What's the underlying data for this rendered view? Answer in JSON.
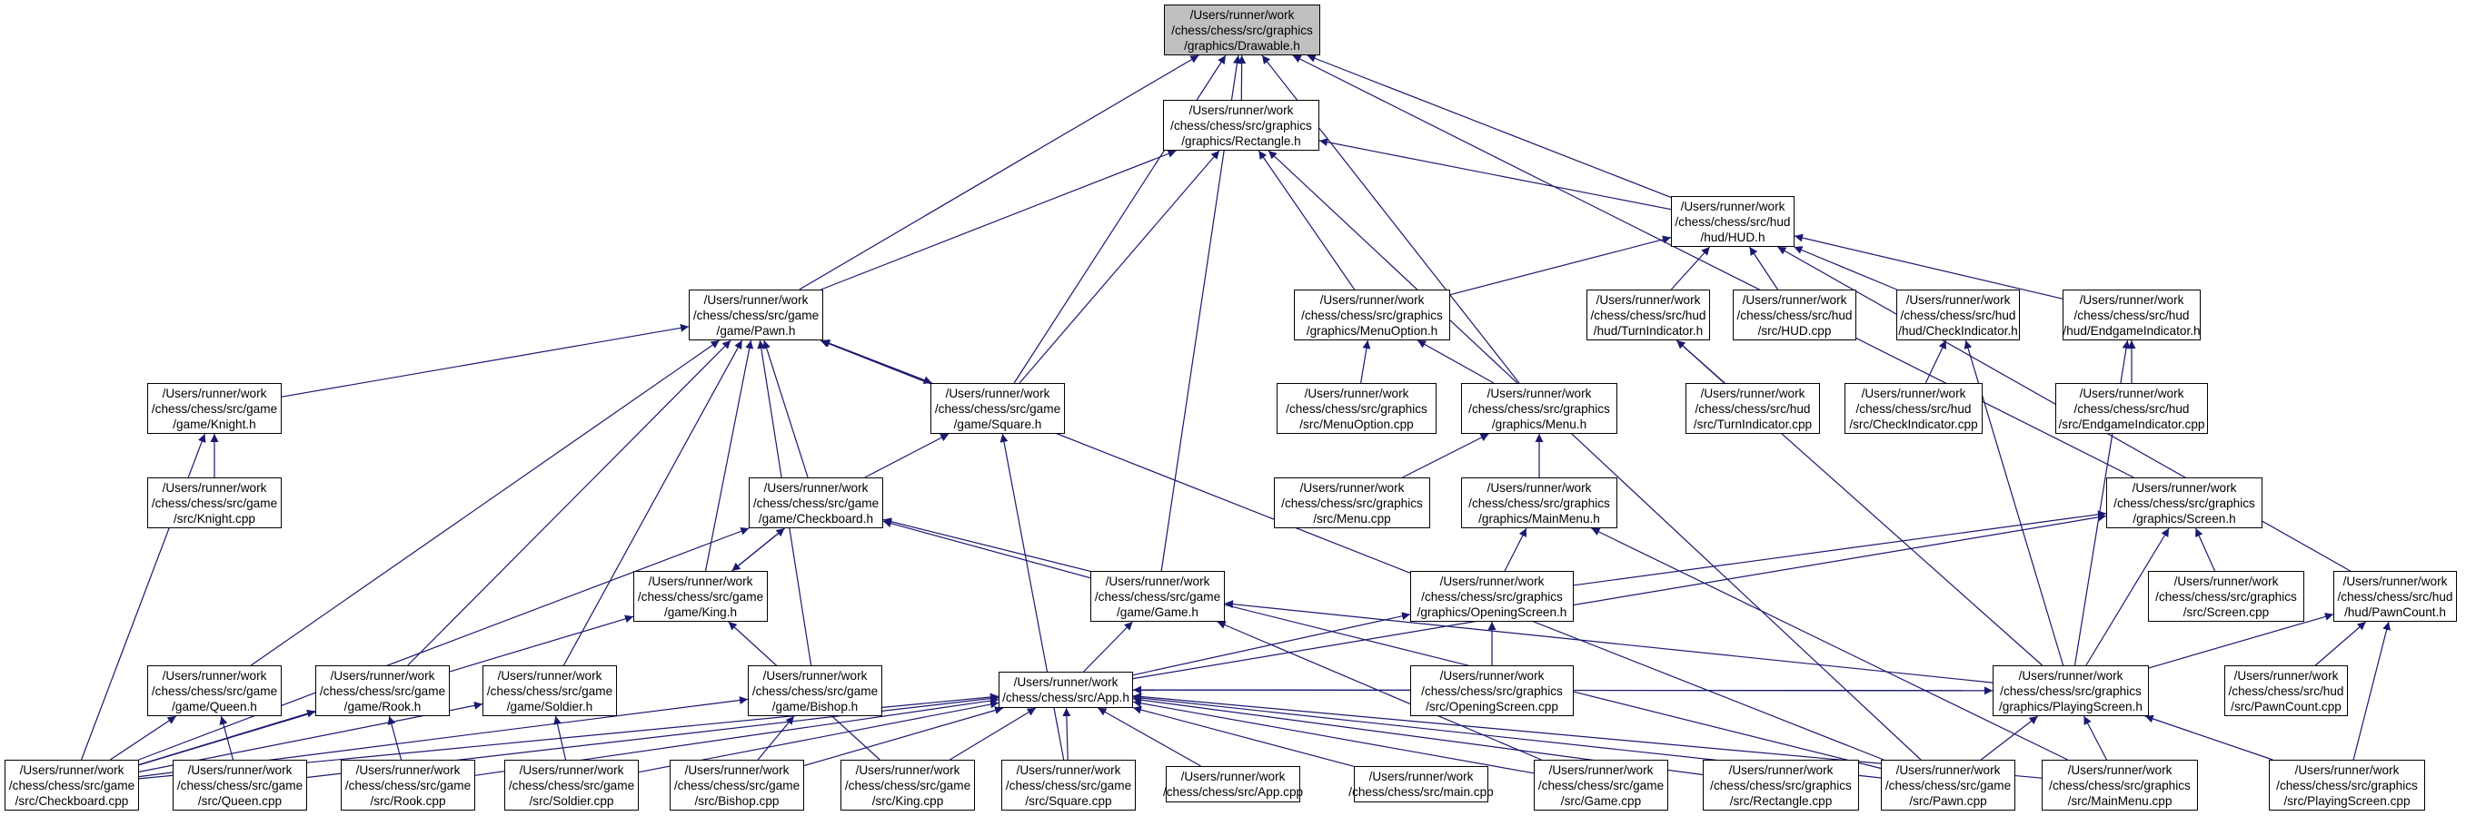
{
  "colors": {
    "edge": "#191970",
    "node_border": "#000000",
    "root_fill": "#bfbfbf",
    "node_fill": "#ffffff"
  },
  "nodes": [
    {
      "id": "drawable_h",
      "lines": [
        "/Users/runner/work",
        "/chess/chess/src/graphics",
        "/graphics/Drawable.h"
      ],
      "root": true
    },
    {
      "id": "rectangle_h",
      "lines": [
        "/Users/runner/work",
        "/chess/chess/src/graphics",
        "/graphics/Rectangle.h"
      ]
    },
    {
      "id": "hud_h",
      "lines": [
        "/Users/runner/work",
        "/chess/chess/src/hud",
        "/hud/HUD.h"
      ]
    },
    {
      "id": "pawn_h",
      "lines": [
        "/Users/runner/work",
        "/chess/chess/src/game",
        "/game/Pawn.h"
      ]
    },
    {
      "id": "menuoption_h",
      "lines": [
        "/Users/runner/work",
        "/chess/chess/src/graphics",
        "/graphics/MenuOption.h"
      ]
    },
    {
      "id": "turnindicator_h",
      "lines": [
        "/Users/runner/work",
        "/chess/chess/src/hud",
        "/hud/TurnIndicator.h"
      ]
    },
    {
      "id": "hud_cpp",
      "lines": [
        "/Users/runner/work",
        "/chess/chess/src/hud",
        "/src/HUD.cpp"
      ]
    },
    {
      "id": "checkindicator_h",
      "lines": [
        "/Users/runner/work",
        "/chess/chess/src/hud",
        "/hud/CheckIndicator.h"
      ]
    },
    {
      "id": "endgameindicator_h",
      "lines": [
        "/Users/runner/work",
        "/chess/chess/src/hud",
        "/hud/EndgameIndicator.h"
      ]
    },
    {
      "id": "knight_h",
      "lines": [
        "/Users/runner/work",
        "/chess/chess/src/game",
        "/game/Knight.h"
      ]
    },
    {
      "id": "square_h",
      "lines": [
        "/Users/runner/work",
        "/chess/chess/src/game",
        "/game/Square.h"
      ]
    },
    {
      "id": "menuoption_cpp",
      "lines": [
        "/Users/runner/work",
        "/chess/chess/src/graphics",
        "/src/MenuOption.cpp"
      ]
    },
    {
      "id": "menu_h",
      "lines": [
        "/Users/runner/work",
        "/chess/chess/src/graphics",
        "/graphics/Menu.h"
      ]
    },
    {
      "id": "turnindicator_cpp",
      "lines": [
        "/Users/runner/work",
        "/chess/chess/src/hud",
        "/src/TurnIndicator.cpp"
      ]
    },
    {
      "id": "checkindicator_cpp",
      "lines": [
        "/Users/runner/work",
        "/chess/chess/src/hud",
        "/src/CheckIndicator.cpp"
      ]
    },
    {
      "id": "endgameindicator_cpp",
      "lines": [
        "/Users/runner/work",
        "/chess/chess/src/hud",
        "/src/EndgameIndicator.cpp"
      ]
    },
    {
      "id": "knight_cpp",
      "lines": [
        "/Users/runner/work",
        "/chess/chess/src/game",
        "/src/Knight.cpp"
      ]
    },
    {
      "id": "checkboard_h",
      "lines": [
        "/Users/runner/work",
        "/chess/chess/src/game",
        "/game/Checkboard.h"
      ]
    },
    {
      "id": "menu_cpp",
      "lines": [
        "/Users/runner/work",
        "/chess/chess/src/graphics",
        "/src/Menu.cpp"
      ]
    },
    {
      "id": "mainmenu_h",
      "lines": [
        "/Users/runner/work",
        "/chess/chess/src/graphics",
        "/graphics/MainMenu.h"
      ]
    },
    {
      "id": "screen_h",
      "lines": [
        "/Users/runner/work",
        "/chess/chess/src/graphics",
        "/graphics/Screen.h"
      ]
    },
    {
      "id": "king_h",
      "lines": [
        "/Users/runner/work",
        "/chess/chess/src/game",
        "/game/King.h"
      ]
    },
    {
      "id": "game_h",
      "lines": [
        "/Users/runner/work",
        "/chess/chess/src/game",
        "/game/Game.h"
      ]
    },
    {
      "id": "openingscreen_h",
      "lines": [
        "/Users/runner/work",
        "/chess/chess/src/graphics",
        "/graphics/OpeningScreen.h"
      ]
    },
    {
      "id": "screen_cpp",
      "lines": [
        "/Users/runner/work",
        "/chess/chess/src/graphics",
        "/src/Screen.cpp"
      ]
    },
    {
      "id": "pawncount_h",
      "lines": [
        "/Users/runner/work",
        "/chess/chess/src/hud",
        "/hud/PawnCount.h"
      ]
    },
    {
      "id": "queen_h",
      "lines": [
        "/Users/runner/work",
        "/chess/chess/src/game",
        "/game/Queen.h"
      ]
    },
    {
      "id": "rook_h",
      "lines": [
        "/Users/runner/work",
        "/chess/chess/src/game",
        "/game/Rook.h"
      ]
    },
    {
      "id": "soldier_h",
      "lines": [
        "/Users/runner/work",
        "/chess/chess/src/game",
        "/game/Soldier.h"
      ]
    },
    {
      "id": "bishop_h",
      "lines": [
        "/Users/runner/work",
        "/chess/chess/src/game",
        "/game/Bishop.h"
      ]
    },
    {
      "id": "app_h",
      "lines": [
        "/Users/runner/work",
        "/chess/chess/src/App.h"
      ]
    },
    {
      "id": "openingscreen_cpp",
      "lines": [
        "/Users/runner/work",
        "/chess/chess/src/graphics",
        "/src/OpeningScreen.cpp"
      ]
    },
    {
      "id": "playingscreen_h",
      "lines": [
        "/Users/runner/work",
        "/chess/chess/src/graphics",
        "/graphics/PlayingScreen.h"
      ]
    },
    {
      "id": "pawncount_cpp",
      "lines": [
        "/Users/runner/work",
        "/chess/chess/src/hud",
        "/src/PawnCount.cpp"
      ]
    },
    {
      "id": "checkboard_cpp",
      "lines": [
        "/Users/runner/work",
        "/chess/chess/src/game",
        "/src/Checkboard.cpp"
      ]
    },
    {
      "id": "queen_cpp",
      "lines": [
        "/Users/runner/work",
        "/chess/chess/src/game",
        "/src/Queen.cpp"
      ]
    },
    {
      "id": "rook_cpp",
      "lines": [
        "/Users/runner/work",
        "/chess/chess/src/game",
        "/src/Rook.cpp"
      ]
    },
    {
      "id": "soldier_cpp",
      "lines": [
        "/Users/runner/work",
        "/chess/chess/src/game",
        "/src/Soldier.cpp"
      ]
    },
    {
      "id": "bishop_cpp",
      "lines": [
        "/Users/runner/work",
        "/chess/chess/src/game",
        "/src/Bishop.cpp"
      ]
    },
    {
      "id": "king_cpp",
      "lines": [
        "/Users/runner/work",
        "/chess/chess/src/game",
        "/src/King.cpp"
      ]
    },
    {
      "id": "square_cpp",
      "lines": [
        "/Users/runner/work",
        "/chess/chess/src/game",
        "/src/Square.cpp"
      ]
    },
    {
      "id": "app_cpp",
      "lines": [
        "/Users/runner/work",
        "/chess/chess/src/App.cpp"
      ]
    },
    {
      "id": "main_cpp",
      "lines": [
        "/Users/runner/work",
        "/chess/chess/src/main.cpp"
      ]
    },
    {
      "id": "game_cpp",
      "lines": [
        "/Users/runner/work",
        "/chess/chess/src/game",
        "/src/Game.cpp"
      ]
    },
    {
      "id": "rectangle_cpp",
      "lines": [
        "/Users/runner/work",
        "/chess/chess/src/graphics",
        "/src/Rectangle.cpp"
      ]
    },
    {
      "id": "pawn_cpp",
      "lines": [
        "/Users/runner/work",
        "/chess/chess/src/game",
        "/src/Pawn.cpp"
      ]
    },
    {
      "id": "mainmenu_cpp",
      "lines": [
        "/Users/runner/work",
        "/chess/chess/src/graphics",
        "/src/MainMenu.cpp"
      ]
    },
    {
      "id": "playingscreen_cpp",
      "lines": [
        "/Users/runner/work",
        "/chess/chess/src/graphics",
        "/src/PlayingScreen.cpp"
      ]
    }
  ],
  "edges": [
    [
      "rectangle_h",
      "drawable_h"
    ],
    [
      "hud_h",
      "drawable_h"
    ],
    [
      "pawn_h",
      "drawable_h"
    ],
    [
      "square_h",
      "drawable_h"
    ],
    [
      "menu_h",
      "drawable_h"
    ],
    [
      "game_h",
      "drawable_h"
    ],
    [
      "screen_h",
      "drawable_h"
    ],
    [
      "hud_h",
      "rectangle_h"
    ],
    [
      "pawn_h",
      "rectangle_h"
    ],
    [
      "square_h",
      "rectangle_h"
    ],
    [
      "menuoption_h",
      "rectangle_h"
    ],
    [
      "pawn_cpp",
      "rectangle_h"
    ],
    [
      "menuoption_h",
      "hud_h"
    ],
    [
      "turnindicator_h",
      "hud_h"
    ],
    [
      "hud_cpp",
      "hud_h"
    ],
    [
      "checkindicator_h",
      "hud_h"
    ],
    [
      "endgameindicator_h",
      "hud_h"
    ],
    [
      "pawncount_h",
      "hud_h"
    ],
    [
      "knight_h",
      "pawn_h"
    ],
    [
      "square_h",
      "pawn_h"
    ],
    [
      "checkboard_h",
      "pawn_h"
    ],
    [
      "king_h",
      "pawn_h"
    ],
    [
      "queen_h",
      "pawn_h"
    ],
    [
      "rook_h",
      "pawn_h"
    ],
    [
      "soldier_h",
      "pawn_h"
    ],
    [
      "bishop_h",
      "pawn_h"
    ],
    [
      "pawn_cpp",
      "pawn_h"
    ],
    [
      "pawn_h",
      "square_h"
    ],
    [
      "checkboard_h",
      "square_h"
    ],
    [
      "square_cpp",
      "square_h"
    ],
    [
      "menuoption_cpp",
      "menuoption_h"
    ],
    [
      "menu_h",
      "menuoption_h"
    ],
    [
      "turnindicator_cpp",
      "turnindicator_h"
    ],
    [
      "playingscreen_h",
      "turnindicator_h"
    ],
    [
      "checkindicator_cpp",
      "checkindicator_h"
    ],
    [
      "playingscreen_h",
      "checkindicator_h"
    ],
    [
      "endgameindicator_cpp",
      "endgameindicator_h"
    ],
    [
      "playingscreen_h",
      "endgameindicator_h"
    ],
    [
      "knight_cpp",
      "knight_h"
    ],
    [
      "checkboard_cpp",
      "knight_h"
    ],
    [
      "menu_cpp",
      "menu_h"
    ],
    [
      "mainmenu_h",
      "menu_h"
    ],
    [
      "king_h",
      "checkboard_h"
    ],
    [
      "game_h",
      "checkboard_h"
    ],
    [
      "checkboard_cpp",
      "checkboard_h"
    ],
    [
      "pawn_cpp",
      "checkboard_h"
    ],
    [
      "openingscreen_h",
      "mainmenu_h"
    ],
    [
      "mainmenu_cpp",
      "mainmenu_h"
    ],
    [
      "openingscreen_h",
      "screen_h"
    ],
    [
      "screen_cpp",
      "screen_h"
    ],
    [
      "playingscreen_h",
      "screen_h"
    ],
    [
      "app_h",
      "screen_h"
    ],
    [
      "checkboard_h",
      "king_h"
    ],
    [
      "checkboard_cpp",
      "king_h"
    ],
    [
      "king_cpp",
      "king_h"
    ],
    [
      "app_h",
      "game_h"
    ],
    [
      "playingscreen_h",
      "game_h"
    ],
    [
      "game_cpp",
      "game_h"
    ],
    [
      "app_h",
      "openingscreen_h"
    ],
    [
      "openingscreen_cpp",
      "openingscreen_h"
    ],
    [
      "playingscreen_h",
      "pawncount_h"
    ],
    [
      "pawncount_cpp",
      "pawncount_h"
    ],
    [
      "playingscreen_cpp",
      "pawncount_h"
    ],
    [
      "checkboard_cpp",
      "queen_h"
    ],
    [
      "queen_cpp",
      "queen_h"
    ],
    [
      "checkboard_cpp",
      "rook_h"
    ],
    [
      "rook_cpp",
      "rook_h"
    ],
    [
      "checkboard_cpp",
      "soldier_h"
    ],
    [
      "soldier_cpp",
      "soldier_h"
    ],
    [
      "checkboard_cpp",
      "bishop_h"
    ],
    [
      "bishop_cpp",
      "bishop_h"
    ],
    [
      "checkboard_cpp",
      "app_h"
    ],
    [
      "queen_cpp",
      "app_h"
    ],
    [
      "rook_cpp",
      "app_h"
    ],
    [
      "soldier_cpp",
      "app_h"
    ],
    [
      "bishop_cpp",
      "app_h"
    ],
    [
      "king_cpp",
      "app_h"
    ],
    [
      "square_cpp",
      "app_h"
    ],
    [
      "app_cpp",
      "app_h"
    ],
    [
      "main_cpp",
      "app_h"
    ],
    [
      "game_cpp",
      "app_h"
    ],
    [
      "rectangle_cpp",
      "app_h"
    ],
    [
      "pawn_cpp",
      "app_h"
    ],
    [
      "mainmenu_cpp",
      "app_h"
    ],
    [
      "playingscreen_h",
      "app_h"
    ],
    [
      "app_h",
      "playingscreen_h"
    ],
    [
      "pawn_cpp",
      "playingscreen_h"
    ],
    [
      "mainmenu_cpp",
      "playingscreen_h"
    ],
    [
      "playingscreen_cpp",
      "playingscreen_h"
    ]
  ]
}
